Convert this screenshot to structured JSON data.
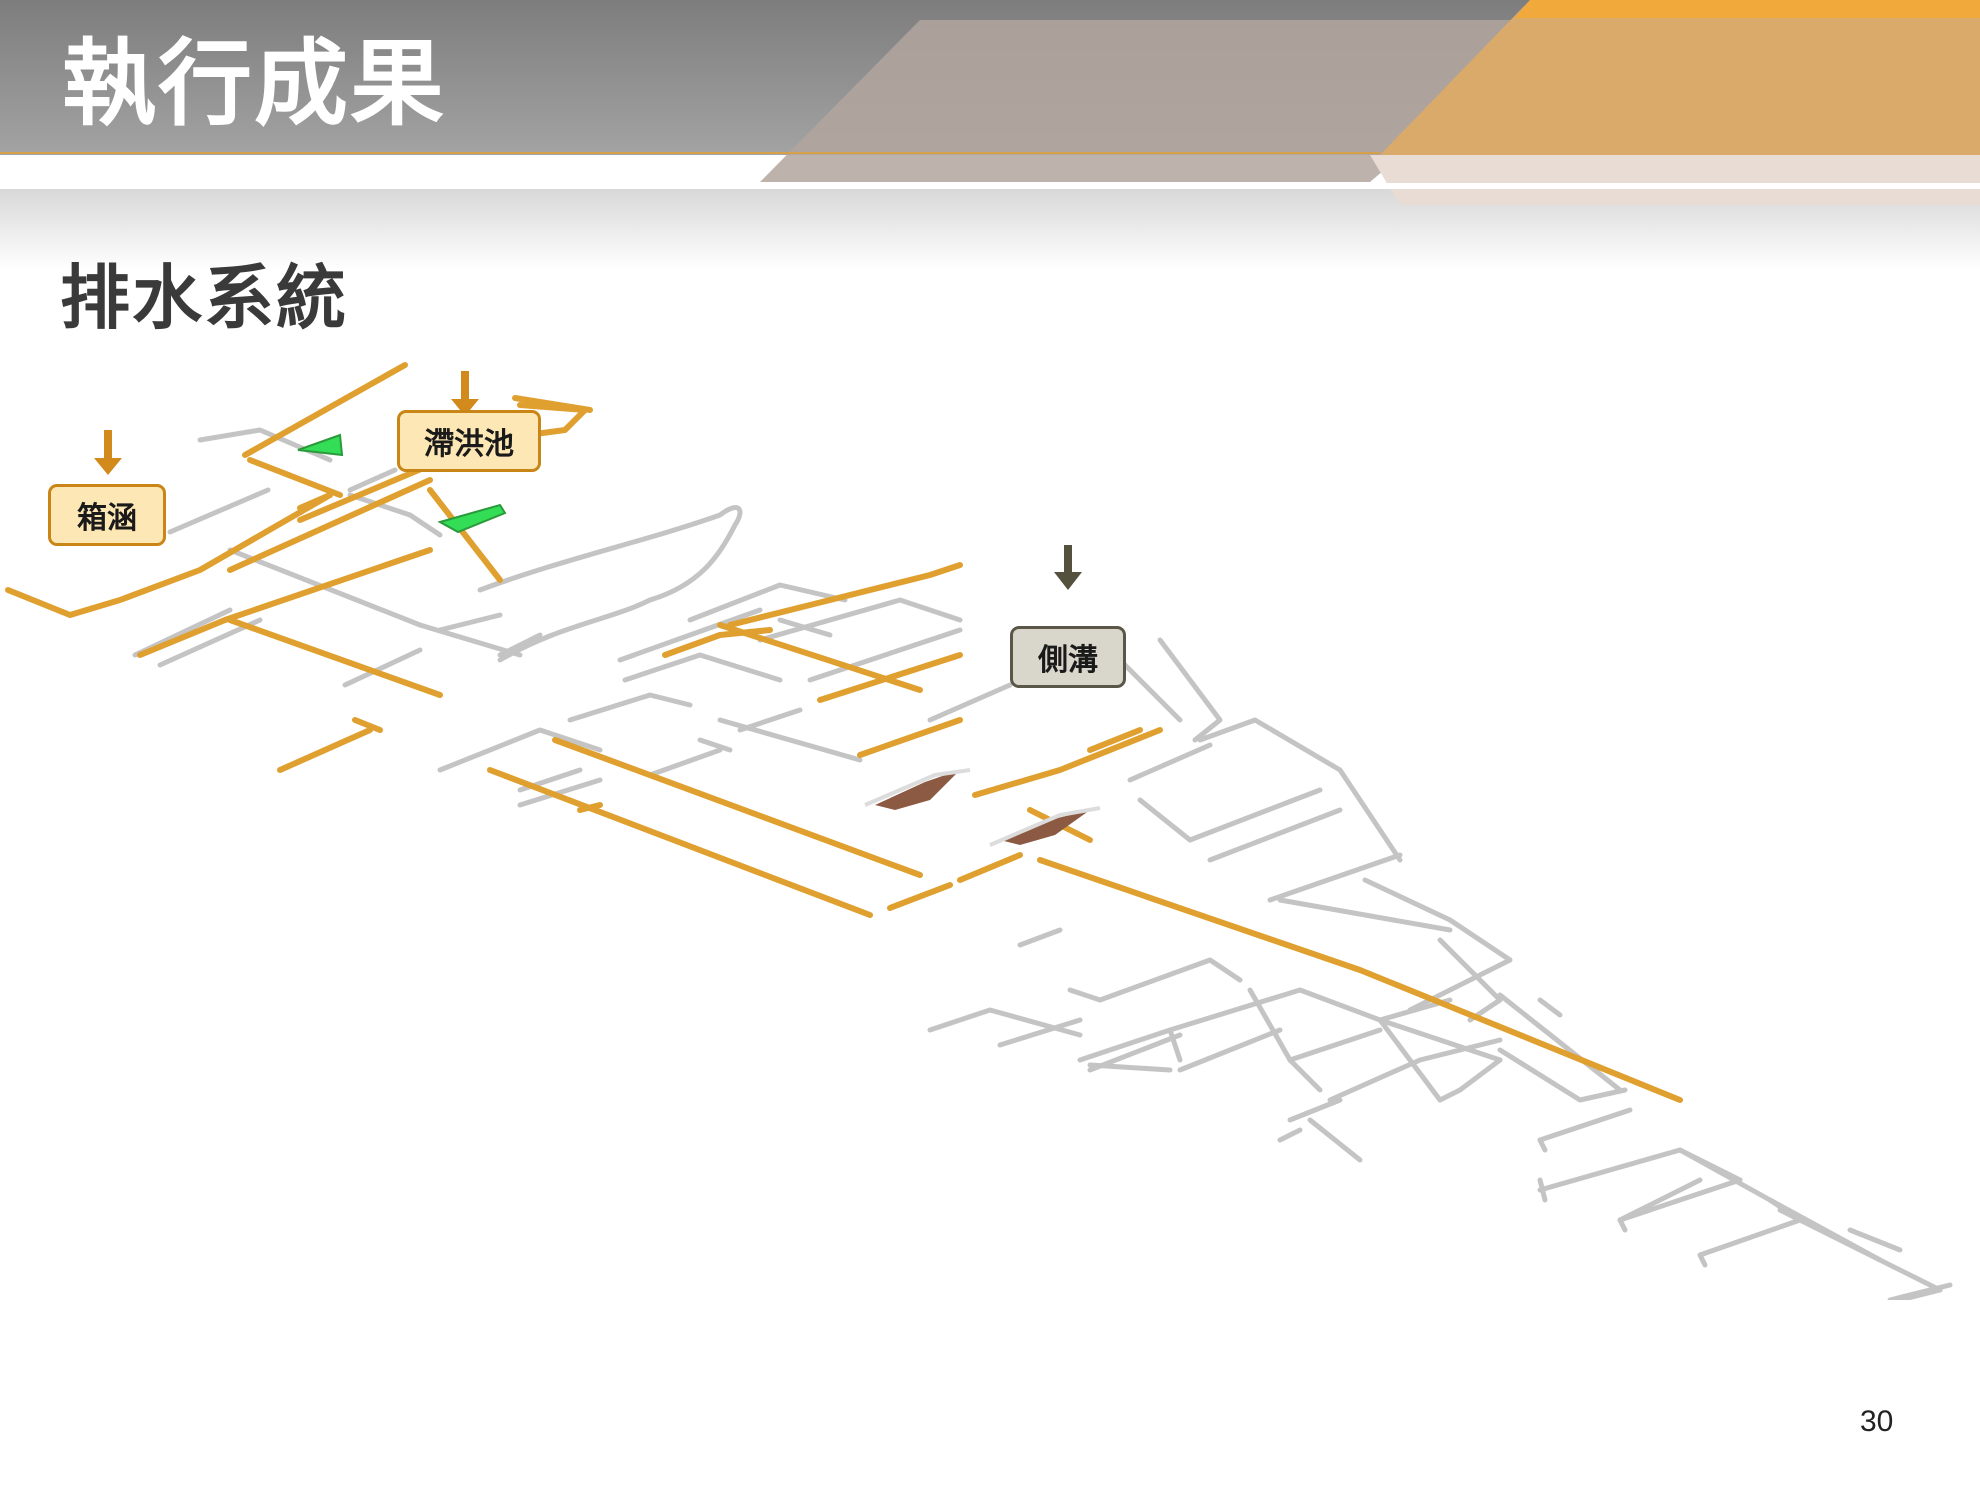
{
  "header": {
    "title": "執行成果",
    "colors": {
      "grey_band": "#8e8e8e",
      "accent_orange": "#f2a93b",
      "pale_orange": "#deab6a"
    }
  },
  "section": {
    "title": "排水系統"
  },
  "callouts": {
    "box_culvert": "箱涵",
    "detention_pond": "滯洪池",
    "side_ditch": "側溝"
  },
  "legend_colors": {
    "drainage_line": "#e0a030",
    "road_outline": "#bdbdbd",
    "detention_pond_fill": "#33dd55",
    "facility_fill": "#8c5a43",
    "callout_fill": "#fde7b4",
    "side_ditch_callout_fill": "#d9d6cc"
  },
  "footer": {
    "page_number": "30"
  }
}
